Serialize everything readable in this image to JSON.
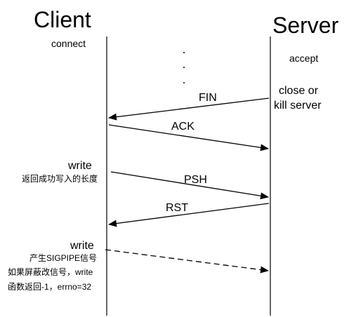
{
  "participants": {
    "client": {
      "title": "Client",
      "note": "connect"
    },
    "server": {
      "title": "Server",
      "note": "accept",
      "close_note_line1": "close or",
      "close_note_line2": "kill server"
    }
  },
  "messages": [
    {
      "label": "FIN",
      "from": "server",
      "to": "client",
      "style": "solid"
    },
    {
      "label": "ACK",
      "from": "client",
      "to": "server",
      "style": "solid"
    },
    {
      "label": "PSH",
      "from": "client",
      "to": "server",
      "style": "solid"
    },
    {
      "label": "RST",
      "from": "server",
      "to": "client",
      "style": "solid"
    },
    {
      "label": "",
      "from": "client",
      "to": "server",
      "style": "dashed"
    }
  ],
  "notes": {
    "write1": {
      "title": "write",
      "line1": "返回成功写入的长度"
    },
    "write2": {
      "title": "write",
      "line1": "产生SIGPIPE信号",
      "line2": "如果屏蔽改信号，write",
      "line3": "函数返回-1，errno=32"
    }
  }
}
